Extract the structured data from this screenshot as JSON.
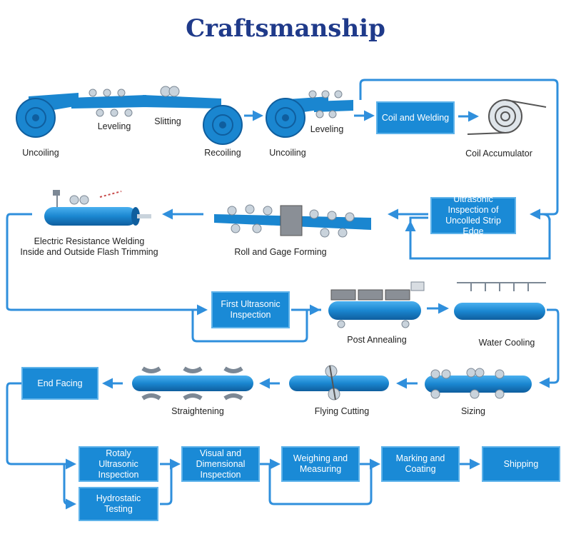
{
  "title": "Craftsmanship",
  "colors": {
    "accent": "#1a8ad6",
    "title": "#1f3a8a",
    "flow": "#2f8fdc"
  },
  "row1": {
    "uncoiling_1": "Uncoiling",
    "leveling_1": "Leveling",
    "slitting": "Slitting",
    "recoiling": "Recoiling",
    "uncoiling_2": "Uncoiling",
    "leveling_2": "Leveling",
    "coil_welding": "Coil and Welding",
    "coil_accumulator": "Coil Accumulator"
  },
  "row2": {
    "erw_line1": "Electric Resistance Welding",
    "erw_line2": "Inside and Outside Flash Trimming",
    "roll_gage": "Roll and Gage Forming",
    "ultrasonic_strip": [
      "Ultrasonic",
      "Inspection of",
      "Uncolled Strip Edge"
    ]
  },
  "row3": {
    "first_ultrasonic": [
      "First Ultrasonic",
      "Inspection"
    ],
    "post_annealing": "Post Annealing",
    "water_cooling": "Water Cooling"
  },
  "row4": {
    "end_facing": "End Facing",
    "straightening": "Straightening",
    "flying_cutting": "Flying Cutting",
    "sizing": "Sizing"
  },
  "row5": {
    "rotaly": [
      "Rotaly",
      "Ultrasonic",
      "Inspection"
    ],
    "hydrostatic": [
      "Hydrostatic",
      "Testing"
    ],
    "visual": [
      "Visual and",
      "Dimensional",
      "Inspection"
    ],
    "weighing": [
      "Weighing and",
      "Measuring"
    ],
    "marking": [
      "Marking and",
      "Coating"
    ],
    "shipping": "Shipping"
  }
}
